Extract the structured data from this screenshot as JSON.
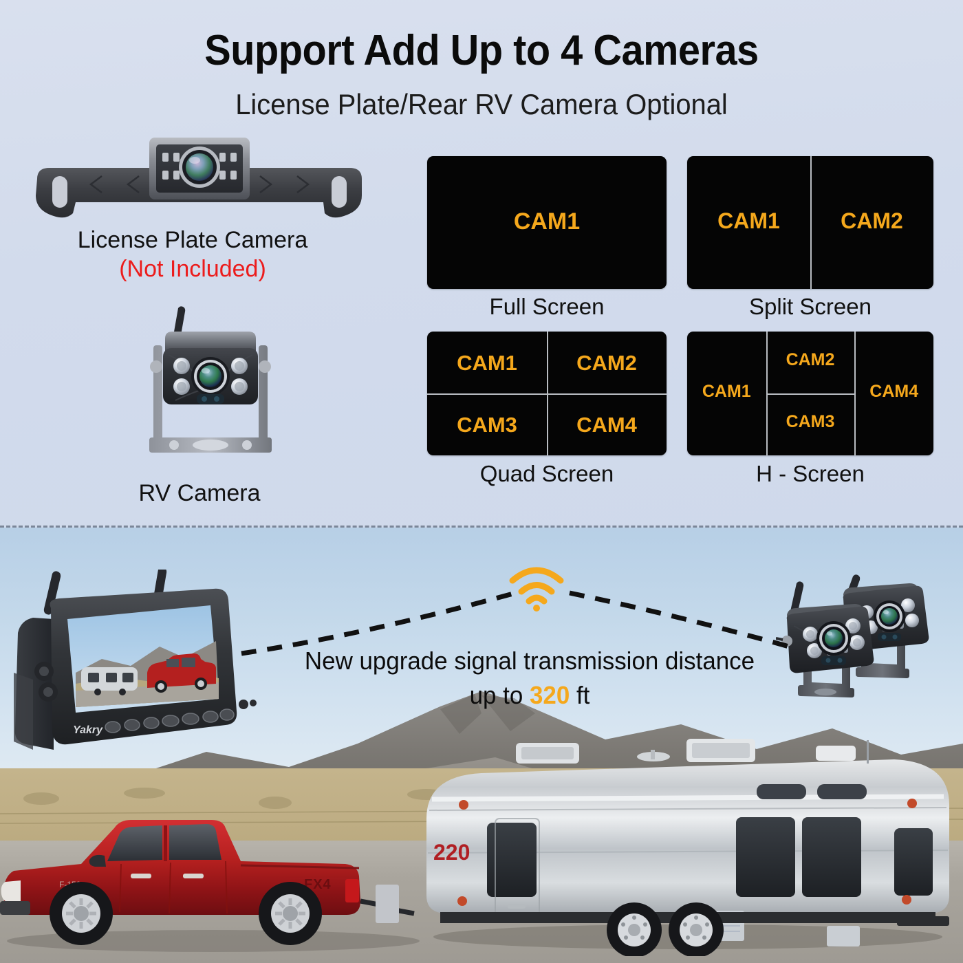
{
  "headline": "Support Add Up to 4 Cameras",
  "subheadline": "License Plate/Rear RV Camera Optional",
  "products": [
    {
      "id": "license-plate-camera",
      "label": "License Plate Camera",
      "note": "(Not Included)",
      "note_color": "#ec1c1c"
    },
    {
      "id": "rv-camera",
      "label": "RV Camera",
      "note": "",
      "note_color": ""
    }
  ],
  "screen_modes": [
    {
      "id": "full-screen",
      "title": "Full Screen",
      "cams": [
        "CAM1"
      ]
    },
    {
      "id": "split-screen",
      "title": "Split Screen",
      "cams": [
        "CAM1",
        "CAM2"
      ]
    },
    {
      "id": "quad-screen",
      "title": "Quad Screen",
      "cams": [
        "CAM1",
        "CAM2",
        "CAM3",
        "CAM4"
      ]
    },
    {
      "id": "h-screen",
      "title": "H - Screen",
      "cams": [
        "CAM1",
        "CAM2",
        "CAM3",
        "CAM4"
      ]
    }
  ],
  "signal": {
    "line1": "New upgrade signal transmission distance",
    "line2_prefix": "up to ",
    "line2_value": "320",
    "line2_suffix": " ft",
    "icon": "wifi-icon"
  },
  "monitor": {
    "brand": "Yakry",
    "button_count": 7
  },
  "scene": {
    "trailer_number": "220",
    "truck_badge": "FX4"
  },
  "colors": {
    "background": "#d3dcec",
    "cam_label": "#f5a81c",
    "accent": "#f5a81c",
    "not_included": "#ec1c1c",
    "screen_black": "#050505",
    "text": "#111111"
  }
}
